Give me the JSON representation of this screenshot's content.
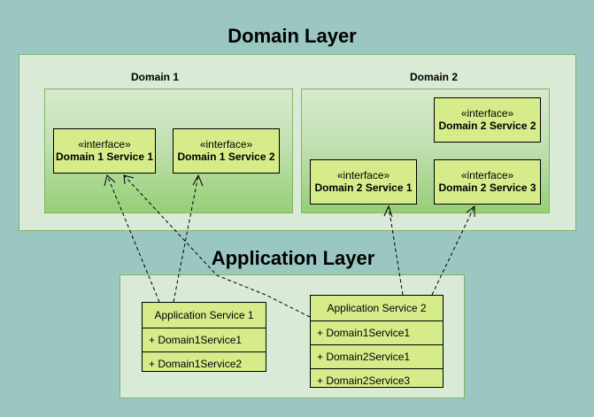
{
  "domain_layer": {
    "title": "Domain Layer",
    "domains": [
      {
        "label": "Domain 1",
        "interfaces": [
          {
            "stereotype": "«interface»",
            "name": "Domain 1 Service 1"
          },
          {
            "stereotype": "«interface»",
            "name": "Domain 1 Service 2"
          }
        ]
      },
      {
        "label": "Domain 2",
        "interfaces": [
          {
            "stereotype": "«interface»",
            "name": "Domain 2 Service 2"
          },
          {
            "stereotype": "«interface»",
            "name": "Domain 2 Service 1"
          },
          {
            "stereotype": "«interface»",
            "name": "Domain 2 Service 3"
          }
        ]
      }
    ]
  },
  "application_layer": {
    "title": "Application Layer",
    "services": [
      {
        "name": "Application Service 1",
        "members": [
          "+ Domain1Service1",
          "+ Domain1Service2"
        ]
      },
      {
        "name": "Application Service 2",
        "members": [
          "+ Domain1Service1",
          "+ Domain2Service1",
          "+ Domain2Service3"
        ]
      }
    ]
  },
  "dependencies": [
    {
      "from": "Application Service 1",
      "to": "Domain 1 Service 1"
    },
    {
      "from": "Application Service 1",
      "to": "Domain 1 Service 2"
    },
    {
      "from": "Application Service 2",
      "to": "Domain 1 Service 1"
    },
    {
      "from": "Application Service 2",
      "to": "Domain 2 Service 1"
    },
    {
      "from": "Application Service 2",
      "to": "Domain 2 Service 3"
    }
  ],
  "colors": {
    "background": "#9ac7c1",
    "layer_fill": "#d9ead6",
    "domain_gradient_end": "#96cf76",
    "class_fill": "#d6ec8a",
    "border": "#82b366"
  }
}
